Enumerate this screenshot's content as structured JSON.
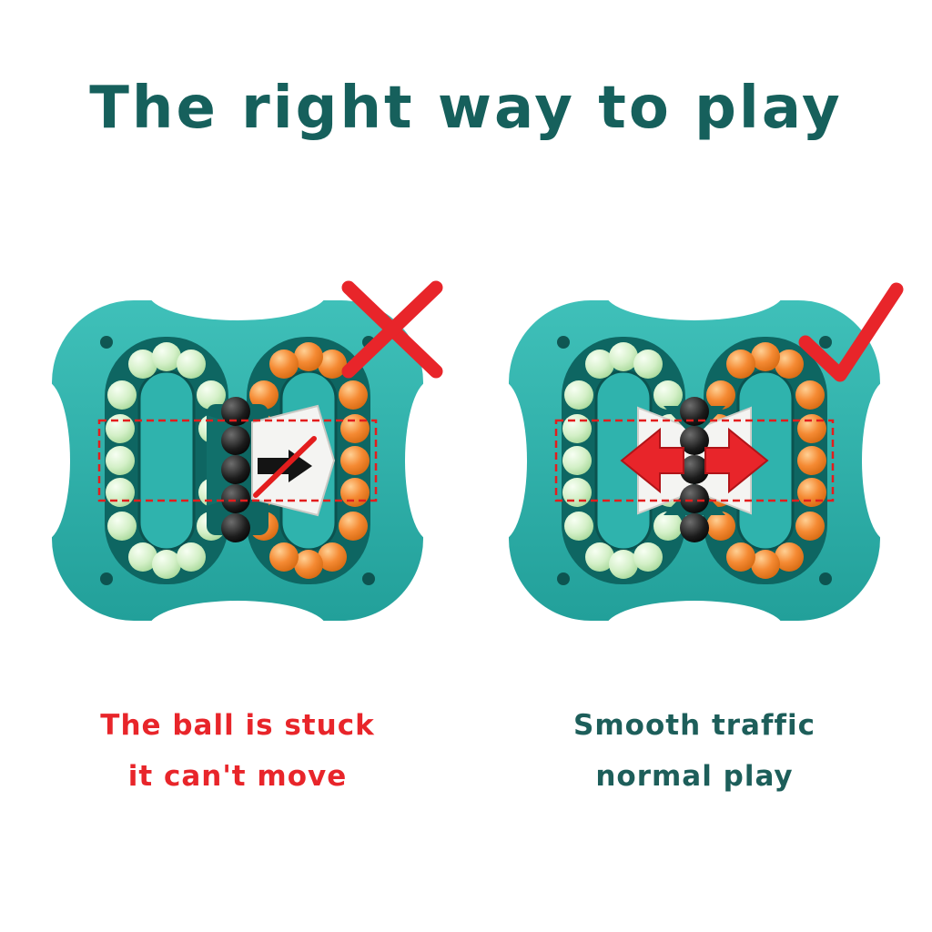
{
  "title": "The right way to play",
  "colors": {
    "title_text": "#16605c",
    "toy_body_teal": "#2fb3ad",
    "toy_body_dark_teal": "#0e6662",
    "bead_green": "#cdeec6",
    "bead_orange": "#f58a33",
    "bead_black": "#1c1c1c",
    "mechanism_white": "#f4f4f2",
    "annotation_red": "#e8252a",
    "caption_left_color": "#e8252a",
    "caption_right_color": "#1d5e5a"
  },
  "left_figure": {
    "verdict_icon": "cross-icon",
    "arrow_icon": "blocked-right-arrow-icon",
    "caption": [
      "The ball is stuck",
      "it can't move"
    ]
  },
  "right_figure": {
    "verdict_icon": "check-icon",
    "arrow_icons": [
      "big-left-arrow-icon",
      "big-right-arrow-icon"
    ],
    "caption": [
      "Smooth traffic",
      "normal play"
    ]
  }
}
